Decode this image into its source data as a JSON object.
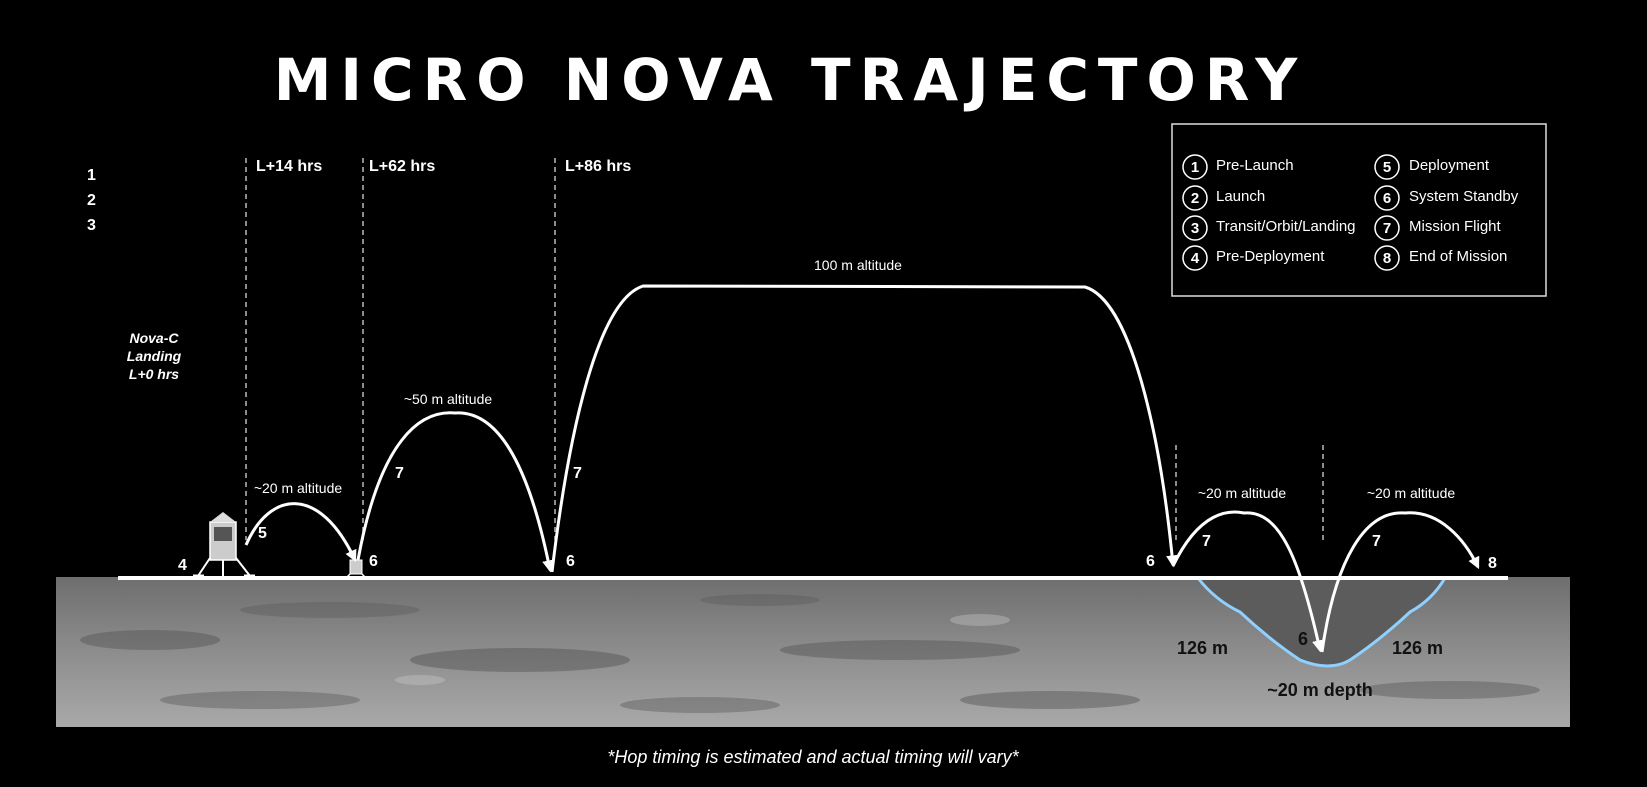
{
  "title": "MICRO NOVA TRAJECTORY",
  "side_numbers": [
    "1",
    "2",
    "3"
  ],
  "lander_label": {
    "line1": "Nova-C",
    "line2": "Landing",
    "line3": "L+0 hrs"
  },
  "timeline": [
    {
      "label": "L+14 hrs"
    },
    {
      "label": "L+62 hrs"
    },
    {
      "label": "L+86 hrs"
    }
  ],
  "altitudes": {
    "hop1": "~20 m altitude",
    "hop2": "~50 m altitude",
    "hop3": "100 m altitude",
    "hop4": "~20 m altitude",
    "hop5": "~20 m altitude"
  },
  "phase_markers": {
    "m4": "4",
    "m5": "5",
    "m6a": "6",
    "m7a": "7",
    "m6b": "6",
    "m7b": "7",
    "m6c": "6",
    "m7c": "7",
    "m6d": "6",
    "m7d": "7",
    "m8": "8"
  },
  "crater": {
    "left_width": "126 m",
    "right_width": "126 m",
    "depth": "~20 m depth"
  },
  "legend": [
    {
      "num": "1",
      "label": "Pre-Launch"
    },
    {
      "num": "2",
      "label": "Launch"
    },
    {
      "num": "3",
      "label": "Transit/Orbit/Landing"
    },
    {
      "num": "4",
      "label": "Pre-Deployment"
    },
    {
      "num": "5",
      "label": "Deployment"
    },
    {
      "num": "6",
      "label": "System Standby"
    },
    {
      "num": "7",
      "label": "Mission Flight"
    },
    {
      "num": "8",
      "label": "End of Mission"
    }
  ],
  "footnote": "*Hop timing is estimated and actual timing will vary*",
  "colors": {
    "background": "#000000",
    "surface": "#8f8f8f",
    "crater_edge": "#8fd0ff"
  }
}
